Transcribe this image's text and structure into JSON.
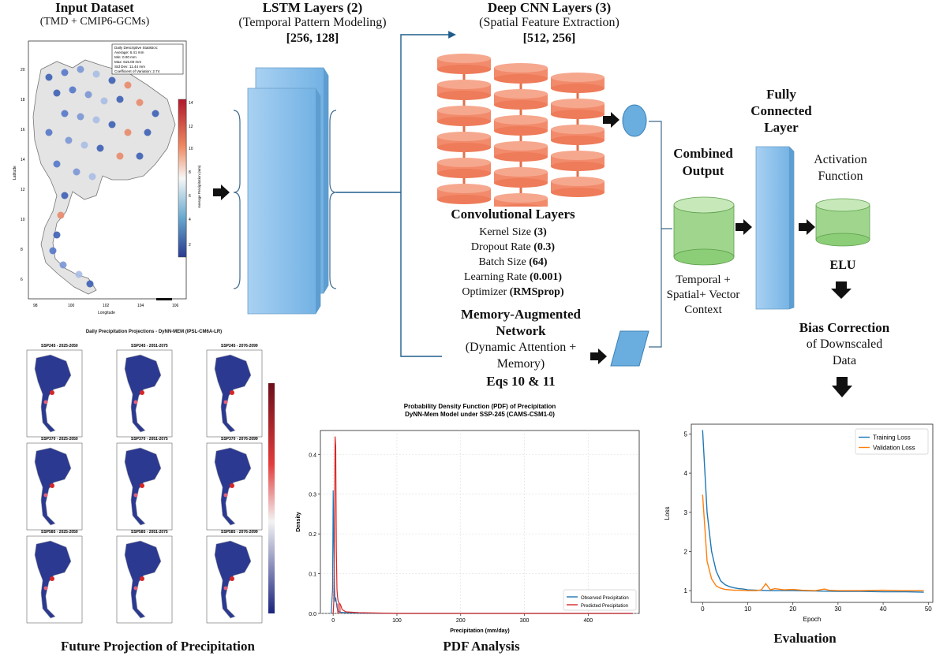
{
  "input": {
    "title": "Input Dataset",
    "subtitle": "(TMD + CMIP6-GCMs)",
    "stats_lines": [
      "Daily Descriptive Statistics:",
      "Average: 6.41 mm",
      "Min: 0.00 mm",
      "Max: 615.00 mm",
      "Std Dev: 11.44 mm",
      "Coefficient of Variation: 2.74"
    ],
    "xlabel": "Longitude",
    "ylabel": "Latitude",
    "x_ticks": [
      "98",
      "100",
      "102",
      "104",
      "106"
    ],
    "y_ticks": [
      "20",
      "18",
      "16",
      "14",
      "12",
      "10",
      "8",
      "6"
    ],
    "colorbar_ticks": [
      "14",
      "12",
      "10",
      "8",
      "6",
      "4",
      "2"
    ],
    "colorbar_label": "Average Precipitation (mm)"
  },
  "lstm": {
    "title": "LSTM Layers (2)",
    "subtitle": "(Temporal Pattern Modeling)",
    "units": "[256, 128]"
  },
  "cnn": {
    "title": "Deep CNN Layers (3)",
    "subtitle": "(Spatial Feature Extraction)",
    "units": "[512, 256]"
  },
  "conv": {
    "title": "Convolutional Layers",
    "params": [
      {
        "label": "Kernel Size ",
        "value": "(3)"
      },
      {
        "label": "Dropout Rate ",
        "value": "(0.3)"
      },
      {
        "label": "Batch Size ",
        "value": "(64)"
      },
      {
        "label": "Learning Rate ",
        "value": "(0.001)"
      },
      {
        "label": "Optimizer ",
        "value": "(RMSprop)"
      }
    ]
  },
  "memory": {
    "title1": "Memory-Augmented",
    "title2": "Network",
    "desc1": "(Dynamic Attention +",
    "desc2": "Memory)",
    "eqs": "Eqs 10 & 11"
  },
  "combined": {
    "title1": "Combined",
    "title2": "Output",
    "desc1": "Temporal +",
    "desc2": "Spatial+ Vector",
    "desc3": "Context"
  },
  "fc": {
    "line1": "Fully",
    "line2": "Connected",
    "line3": "Layer"
  },
  "activation": {
    "line1": "Activation",
    "line2": "Function",
    "name": "ELU"
  },
  "bias": {
    "title": "Bias Correction",
    "line2": "of Downscaled",
    "line3": "Data"
  },
  "future": {
    "title": "Daily Precipitation Projections - DyNN-MEM (IPSL-CM6A-LR)",
    "panels": [
      "SSP245 - 2025-2050",
      "SSP245 - 2051-2075",
      "SSP245 - 2076-2099",
      "SSP370 - 2025-2050",
      "SSP370 - 2051-2075",
      "SSP370 - 2076-2099",
      "SSP585 - 2025-2050",
      "SSP585 - 2051-2075",
      "SSP585 - 2076-2099"
    ],
    "caption": "Future Projection of Precipitation"
  },
  "pdf": {
    "caption": "PDF Analysis",
    "chart_data": {
      "type": "line",
      "title": "Probability Density Function (PDF) of Precipitation",
      "subtitle": "DyNN-Mem Model under SSP-245 (CAMS-CSM1-0)",
      "xlabel": "Precipitation (mm/day)",
      "ylabel": "Density",
      "xlim": [
        -20,
        480
      ],
      "ylim": [
        0,
        0.46
      ],
      "x_ticks": [
        0,
        100,
        200,
        300,
        400
      ],
      "y_ticks": [
        0.0,
        0.1,
        0.2,
        0.3,
        0.4
      ],
      "grid": true,
      "legend": "bottom-right",
      "series": [
        {
          "name": "Observed Precipitation",
          "color": "#1f77b4",
          "x": [
            -3,
            -1,
            0,
            1,
            2,
            3,
            4,
            6,
            8,
            12,
            20,
            40,
            100,
            200,
            470
          ],
          "y": [
            0,
            0.06,
            0.31,
            0.18,
            0.07,
            0.03,
            0.04,
            0.015,
            0.005,
            0.003,
            0.002,
            0.001,
            0,
            0,
            0
          ]
        },
        {
          "name": "Predicted Precipitation",
          "color": "#d62728",
          "x": [
            -1,
            0,
            1,
            2,
            3,
            4,
            5,
            6,
            7,
            8,
            10,
            12,
            14,
            20,
            40,
            100,
            470
          ],
          "y": [
            0,
            0,
            0.03,
            0.18,
            0.445,
            0.42,
            0.16,
            0.06,
            0.04,
            0.03,
            0.025,
            0.02,
            0.01,
            0.004,
            0.002,
            0,
            0
          ]
        }
      ]
    }
  },
  "loss": {
    "caption": "Evaluation",
    "chart_data": {
      "type": "line",
      "xlabel": "Epoch",
      "ylabel": "Loss",
      "xlim": [
        -2.5,
        51
      ],
      "ylim": [
        0.7,
        5.25
      ],
      "x_ticks": [
        0,
        10,
        20,
        30,
        40,
        50
      ],
      "y_ticks": [
        1,
        2,
        3,
        4,
        5
      ],
      "grid": false,
      "legend": "top-right",
      "series": [
        {
          "name": "Training Loss",
          "color": "#1f77b4",
          "x": [
            0,
            1,
            2,
            3,
            4,
            5,
            6,
            7,
            8,
            9,
            10,
            12,
            15,
            20,
            25,
            30,
            35,
            40,
            45,
            49
          ],
          "y": [
            5.1,
            3.0,
            2.0,
            1.5,
            1.25,
            1.15,
            1.1,
            1.07,
            1.05,
            1.04,
            1.02,
            1.01,
            1.0,
            1.0,
            0.99,
            0.98,
            0.98,
            0.97,
            0.97,
            0.96
          ]
        },
        {
          "name": "Validation Loss",
          "color": "#ff7f0e",
          "x": [
            0,
            1,
            2,
            3,
            4,
            5,
            6,
            7,
            8,
            10,
            12,
            13,
            14,
            15,
            16,
            18,
            20,
            22,
            25,
            27,
            28,
            30,
            35,
            40,
            45,
            49
          ],
          "y": [
            3.45,
            1.75,
            1.3,
            1.12,
            1.06,
            1.03,
            1.02,
            1.01,
            1.01,
            1.0,
            1.0,
            1.02,
            1.18,
            1.02,
            1.05,
            1.02,
            1.03,
            1.01,
            1.0,
            1.04,
            1.01,
            1.0,
            1.0,
            1.01,
            1.0,
            1.0
          ]
        }
      ]
    }
  }
}
